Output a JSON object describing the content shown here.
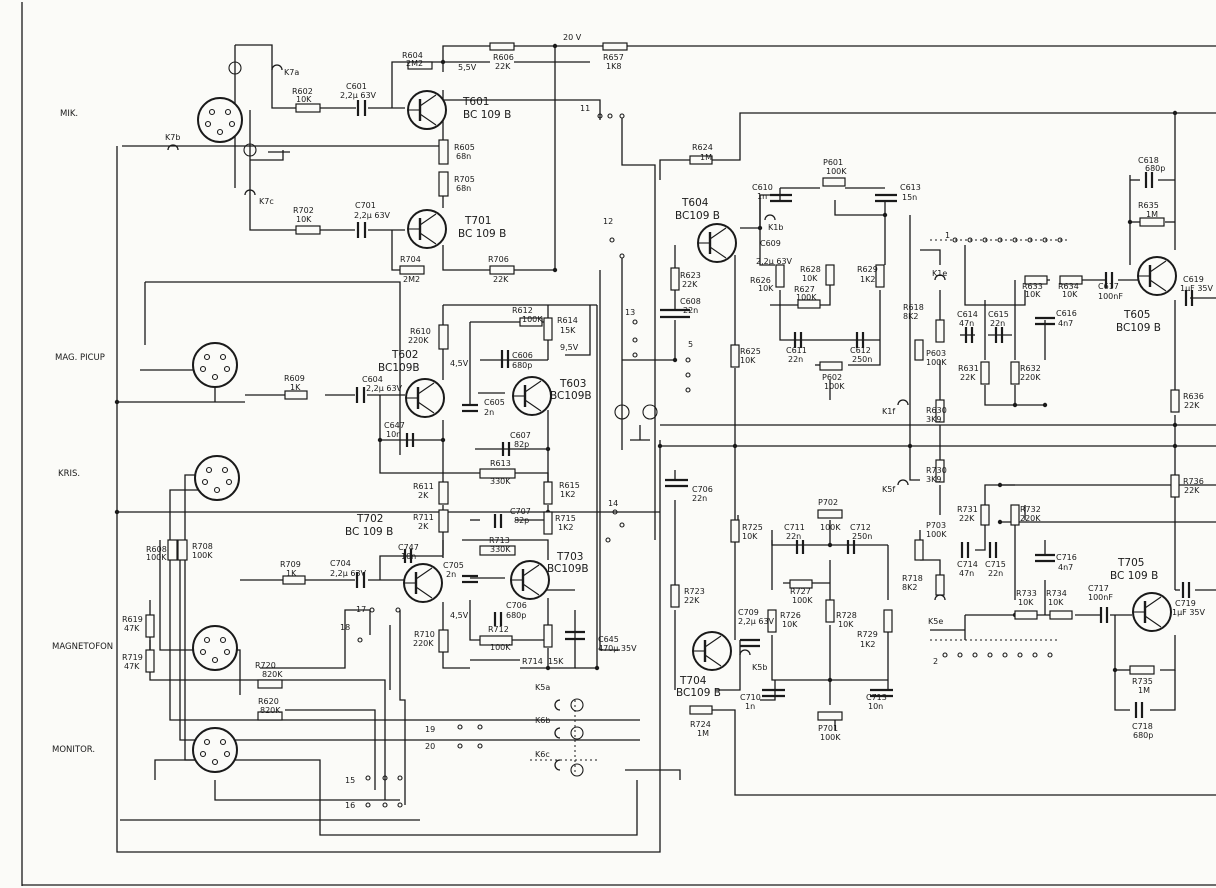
{
  "inputs": {
    "mik": "MIK.",
    "mag_pickup": "MAG. PICUP",
    "kris": "KRIS.",
    "magnetofon": "MAGNETOFON",
    "monitor": "MONITOR."
  },
  "rail": {
    "voltage": "20 V",
    "v_t601": "5,5V",
    "v_t602": "4,5V",
    "v_t603": "9,5V",
    "v_t703": "4,5V"
  },
  "transistors": {
    "t601": {
      "name": "T601",
      "type": "BC 109 B"
    },
    "t701": {
      "name": "T701",
      "type": "BC 109 B"
    },
    "t602": {
      "name": "T602",
      "type": "BC109B"
    },
    "t603": {
      "name": "T603",
      "type": "BC109B"
    },
    "t702": {
      "name": "T702",
      "type": "BC 109 B"
    },
    "t703": {
      "name": "T703",
      "type": "BC109B"
    },
    "t604": {
      "name": "T604",
      "type": "BC109 B"
    },
    "t704": {
      "name": "T704",
      "type": "BC109 B"
    },
    "t605": {
      "name": "T605",
      "type": "BC109 B"
    },
    "t705": {
      "name": "T705",
      "type": "BC 109 B"
    }
  },
  "components": {
    "r604": [
      "R604",
      "2M2"
    ],
    "r606": [
      "R606",
      "22K"
    ],
    "r657": [
      "R657",
      "1K8"
    ],
    "r602": [
      "R602",
      "10K"
    ],
    "c601": [
      "C601",
      "2,2µ 63V"
    ],
    "r605": [
      "R605",
      "68n"
    ],
    "r705": [
      "R705",
      "68n"
    ],
    "r702": [
      "R702",
      "10K"
    ],
    "c701": [
      "C701",
      "2,2µ 63V"
    ],
    "r704": [
      "R704",
      "2M2"
    ],
    "r706": [
      "R706",
      "22K"
    ],
    "r612": [
      "R612",
      "100K"
    ],
    "r614": [
      "R614",
      "15K"
    ],
    "r610": [
      "R610",
      "220K"
    ],
    "c606": [
      "C606",
      "680p"
    ],
    "r609": [
      "R609",
      "1K"
    ],
    "c604": [
      "C604",
      "2,2µ 63V"
    ],
    "c605": [
      "C605",
      "2n"
    ],
    "c647": [
      "C647",
      "10n"
    ],
    "c607": [
      "C607",
      "82p"
    ],
    "r613": [
      "R613",
      "330K"
    ],
    "r611": [
      "R611",
      "2K"
    ],
    "r615": [
      "R615",
      "1K2"
    ],
    "r711": [
      "R711",
      "2K"
    ],
    "c707": [
      "C707",
      "82p"
    ],
    "r713": [
      "R713",
      "330K"
    ],
    "r715": [
      "R715",
      "1K2"
    ],
    "r608": [
      "R608",
      "100K"
    ],
    "r708": [
      "R708",
      "100K"
    ],
    "r709": [
      "R709",
      "1K"
    ],
    "c704": [
      "C704",
      "2,2µ 63V"
    ],
    "c747": [
      "C747",
      "10n"
    ],
    "c705": [
      "C705",
      "2n"
    ],
    "c706": [
      "C706",
      "680p"
    ],
    "r712": [
      "R712",
      "100K"
    ],
    "r710": [
      "R710",
      "220K"
    ],
    "r714": [
      "R714",
      "15K"
    ],
    "c645": [
      "C645",
      "470µ 35V"
    ],
    "r619": [
      "R619",
      "47K"
    ],
    "r719": [
      "R719",
      "47K"
    ],
    "r720": [
      "R720",
      "820K"
    ],
    "r620": [
      "R620",
      "820K"
    ],
    "r624": [
      "R624",
      "1M"
    ],
    "r623": [
      "R623",
      "22K"
    ],
    "c608": [
      "C608",
      "22n"
    ],
    "r625": [
      "R625",
      "10K"
    ],
    "c609": [
      "C609",
      "2,2µ 63V"
    ],
    "c610": [
      "C610",
      "1n"
    ],
    "p601": [
      "P601",
      "100K"
    ],
    "c613": [
      "C613",
      "15n"
    ],
    "r626": [
      "R626",
      "10K"
    ],
    "r628": [
      "R628",
      "10K"
    ],
    "r627": [
      "R627",
      "100K"
    ],
    "r629": [
      "R629",
      "1K2"
    ],
    "c611": [
      "C611",
      "22n"
    ],
    "c612": [
      "C612",
      "250n"
    ],
    "p602": [
      "P602",
      "100K"
    ],
    "r618": [
      "R618",
      "8K2"
    ],
    "p603": [
      "P603",
      "100K"
    ],
    "r630": [
      "R630",
      "3K9"
    ],
    "c706b": [
      "C706",
      "22n"
    ],
    "r725": [
      "R725",
      "10K"
    ],
    "r723": [
      "R723",
      "22K"
    ],
    "p702": [
      "P702",
      "100K"
    ],
    "c711": [
      "C711",
      "22n"
    ],
    "c712": [
      "C712",
      "250n"
    ],
    "r727": [
      "R727",
      "100K"
    ],
    "r726": [
      "R726",
      "10K"
    ],
    "r728": [
      "R728",
      "10K"
    ],
    "c709": [
      "C709",
      "2,2µ 63V"
    ],
    "r729": [
      "R729",
      "1K2"
    ],
    "r730": [
      "R730",
      "3K9"
    ],
    "p703": [
      "P703",
      "100K"
    ],
    "r718": [
      "R718",
      "8K2"
    ],
    "c710": [
      "C710",
      "1n"
    ],
    "c713": [
      "C713",
      "10n"
    ],
    "p701": [
      "P701",
      "100K"
    ],
    "r724": [
      "R724",
      "1M"
    ],
    "c614": [
      "C614",
      "47n"
    ],
    "c615": [
      "C615",
      "22n"
    ],
    "r633": [
      "R633",
      "10K"
    ],
    "r634": [
      "R634",
      "10K"
    ],
    "c616": [
      "C616",
      "4n7"
    ],
    "c617": [
      "C617",
      "100nF"
    ],
    "r631": [
      "R631",
      "22K"
    ],
    "r632": [
      "R632",
      "220K"
    ],
    "c618": [
      "C618",
      "680p"
    ],
    "r635": [
      "R635",
      "1M"
    ],
    "c619": [
      "C619",
      "1µF 35V"
    ],
    "r636": [
      "R636",
      "22K"
    ],
    "r736": [
      "R736",
      "22K"
    ],
    "r731": [
      "R731",
      "22K"
    ],
    "r732": [
      "R732",
      "220K"
    ],
    "c714": [
      "C714",
      "47n"
    ],
    "c715": [
      "C715",
      "22n"
    ],
    "c716": [
      "C716",
      "4n7"
    ],
    "r733": [
      "R733",
      "10K"
    ],
    "r734": [
      "R734",
      "10K"
    ],
    "c717": [
      "C717",
      "100nF"
    ],
    "c719": [
      "C719",
      "1µF 35V"
    ],
    "r735": [
      "R735",
      "1M"
    ],
    "c718": [
      "C718",
      "680p"
    ]
  },
  "switches": {
    "k7a": "K7a",
    "k7b": "K7b",
    "k7c": "K7c",
    "k1b": "K1b",
    "k1e": "K1e",
    "k1f": "K1f",
    "k5f": "K5f",
    "k5b": "K5b",
    "k5e": "K5e",
    "k5a": "K5a",
    "k6b": "K6b",
    "k6c": "K6c",
    "s11": "11",
    "s12": "12",
    "s13": "13",
    "s14": "14",
    "s17": "17",
    "s18": "18",
    "s19": "19",
    "s20": "20",
    "s15": "15",
    "s16": "16",
    "s5": "5",
    "s1": "1",
    "s2": "2"
  }
}
